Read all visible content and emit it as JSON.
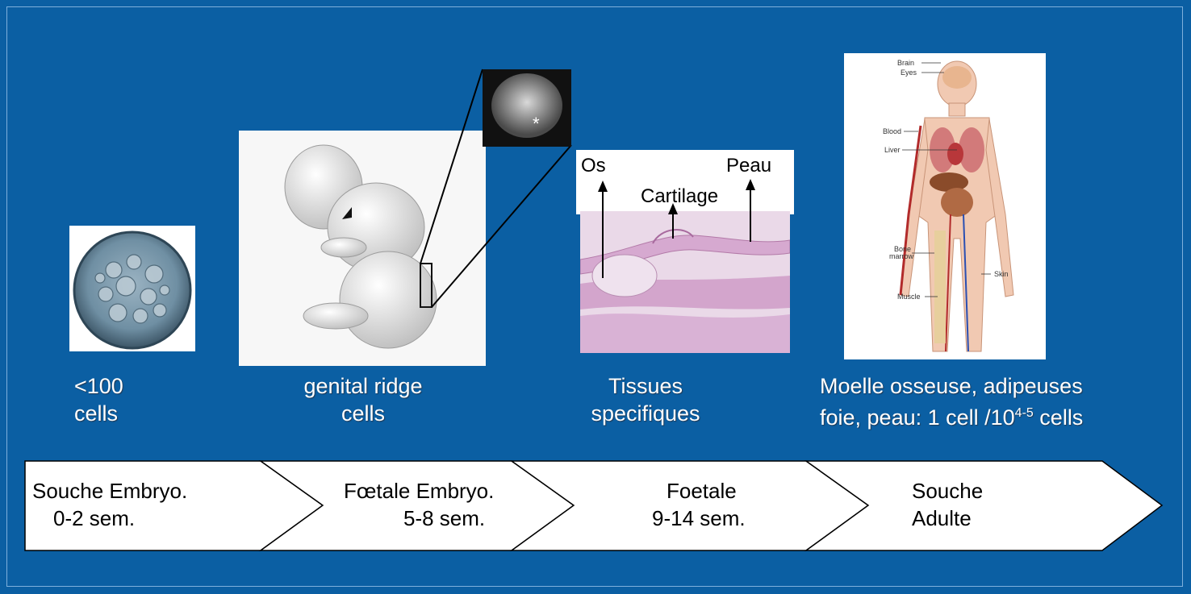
{
  "captions": {
    "stage1_line1": "<100",
    "stage1_line2": "cells",
    "stage2_line1": "genital ridge",
    "stage2_line2": "cells",
    "stage3_line1": "Tissues",
    "stage3_line2": "specifiques",
    "stage4_line1": "Moelle osseuse, adipeuses",
    "stage4_line2_pre": "foie, peau: 1 cell /10",
    "stage4_sup": "4-5",
    "stage4_line2_post": " cells"
  },
  "fetus_inset": {
    "marker": "*"
  },
  "tissue_labels": {
    "os": "Os",
    "cartilage": "Cartilage",
    "peau": "Peau"
  },
  "body_labels": {
    "brain": "Brain",
    "eyes": "Eyes",
    "blood": "Blood",
    "liver": "Liver",
    "bone_marrow_1": "Bone",
    "bone_marrow_2": "marrow",
    "skin": "Skin",
    "muscle": "Muscle"
  },
  "timeline": [
    {
      "line1": "Souche Embryo.",
      "line2": "0-2 sem."
    },
    {
      "line1": "Fœtale Embryo.",
      "line2": "5-8 sem."
    },
    {
      "line1": "Foetale",
      "line2": "9-14 sem."
    },
    {
      "line1": "Souche",
      "line2": "Adulte"
    }
  ],
  "colors": {
    "background": "#0b5fa3",
    "text": "#ffffff",
    "arrow_fill": "#ffffff"
  }
}
